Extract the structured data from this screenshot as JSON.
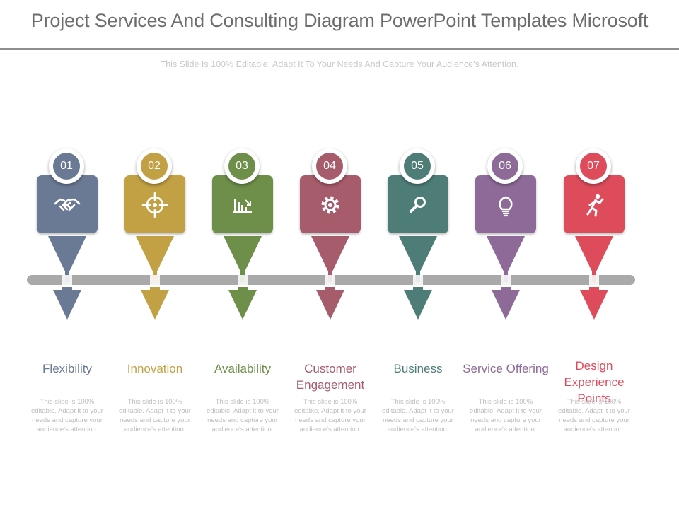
{
  "title": "Project Services And Consulting Diagram PowerPoint Templates Microsoft",
  "subtitle": "This Slide Is 100% Editable. Adapt It To Your Needs And Capture Your Audience’s Attention.",
  "steps": [
    {
      "number": "01",
      "label": "Flexibility",
      "description": "This slide is 100% editable. Adapt it to your needs and capture your audience's attention.",
      "color": "#6b7a94",
      "icon": "handshake-icon"
    },
    {
      "number": "02",
      "label": "Innovation",
      "description": "This slide is 100% editable. Adapt it to your needs and capture your audience's attention.",
      "color": "#c2a044",
      "icon": "target-icon"
    },
    {
      "number": "03",
      "label": "Availability",
      "description": "This slide is 100% editable. Adapt it to your needs and capture your audience's attention.",
      "color": "#6e8f4a",
      "icon": "bar-chart-icon"
    },
    {
      "number": "04",
      "label": "Customer Engagement",
      "description": "This slide is 100% editable. Adapt it to your needs and capture your audience's attention.",
      "color": "#a65c6b",
      "icon": "gear-icon"
    },
    {
      "number": "05",
      "label": "Business",
      "description": "This slide is 100% editable. Adapt it to your needs and capture your audience's attention.",
      "color": "#4e7d78",
      "icon": "magnifier-icon"
    },
    {
      "number": "06",
      "label": "Service Offering",
      "description": "This slide is 100% editable. Adapt it to your needs and capture your audience's attention.",
      "color": "#8e6a98",
      "icon": "lightbulb-icon"
    },
    {
      "number": "07",
      "label": "Design Experience Points",
      "description": "This slide is 100% editable. Adapt it to your needs and capture your audience's attention.",
      "color": "#de4c5c",
      "icon": "running-person-icon"
    }
  ]
}
